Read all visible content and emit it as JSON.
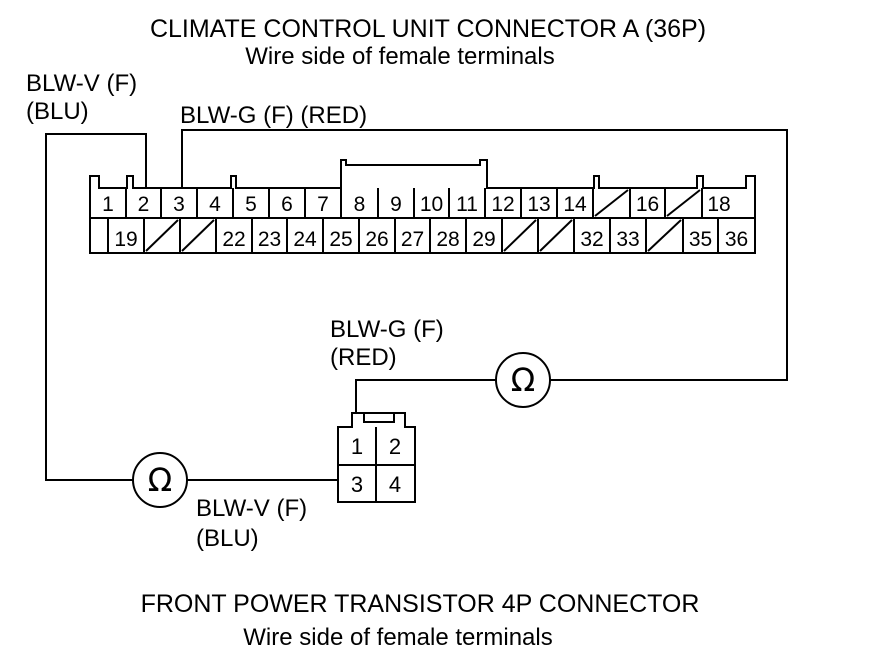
{
  "connector_a": {
    "title": "CLIMATE CONTROL UNIT CONNECTOR A (36P)",
    "subtitle": "Wire side of female terminals",
    "row1": [
      "1",
      "2",
      "3",
      "4",
      "5",
      "6",
      "7",
      "8",
      "9",
      "10",
      "11",
      "12",
      "13",
      "14",
      "",
      "16",
      "",
      "18"
    ],
    "row2": [
      "",
      "19",
      "",
      "",
      "22",
      "23",
      "24",
      "25",
      "26",
      "27",
      "28",
      "29",
      "",
      "",
      "32",
      "33",
      "",
      "35",
      "36"
    ]
  },
  "connector_b": {
    "title": "FRONT POWER TRANSISTOR 4P CONNECTOR",
    "subtitle": "Wire side of female terminals",
    "pins": [
      "1",
      "2",
      "3",
      "4"
    ]
  },
  "labels": {
    "blwv_top_1": "BLW-V (F)",
    "blwv_top_2": "(BLU)",
    "blwg_top": "BLW-G (F) (RED)",
    "blwg_mid_1": "BLW-G (F)",
    "blwg_mid_2": "(RED)",
    "blwv_bot_1": "BLW-V (F)",
    "blwv_bot_2": "(BLU)",
    "ohm_symbol": "Ω"
  }
}
